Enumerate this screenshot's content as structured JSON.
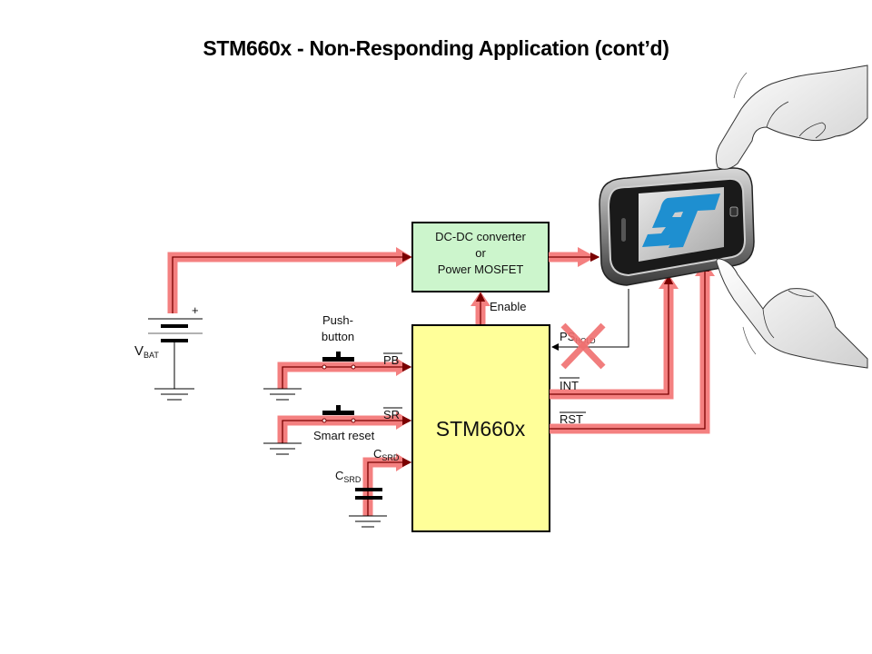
{
  "title": "STM660x - Non-Responding Application (cont’d)",
  "colors": {
    "signal_highlight": "#f48080",
    "signal_line": "#7a0000",
    "dcdc_fill": "#ccf5cc",
    "chip_fill": "#ffff99",
    "cross": "#f07070",
    "st_logo_blue": "#1e8fd0"
  },
  "blocks": {
    "dcdc": {
      "lines": [
        "DC-DC converter",
        "or",
        "Power MOSFET"
      ]
    },
    "chip": {
      "label": "STM660x"
    }
  },
  "labels": {
    "enable": "Enable",
    "battery_plus": "+",
    "vbat_main": "V",
    "vbat_sub": "BAT",
    "pushbutton_line1": "Push-",
    "pushbutton_line2": "button",
    "pb_pin": "PB",
    "sr_pin": "SR",
    "smart_reset": "Smart reset",
    "csrd_pin_main": "C",
    "csrd_pin_sub": "SRD",
    "csrd_cap_main": "C",
    "csrd_cap_sub": "SRD",
    "pshold_main": "PS",
    "pshold_sub": "HOLD",
    "int_pin": "INT",
    "rst_pin": "RST"
  },
  "device": {
    "logo_text": "ST",
    "description": "smartphone held by two hands"
  },
  "annotations": {
    "pshold_status": "disconnected (crossed out)"
  }
}
